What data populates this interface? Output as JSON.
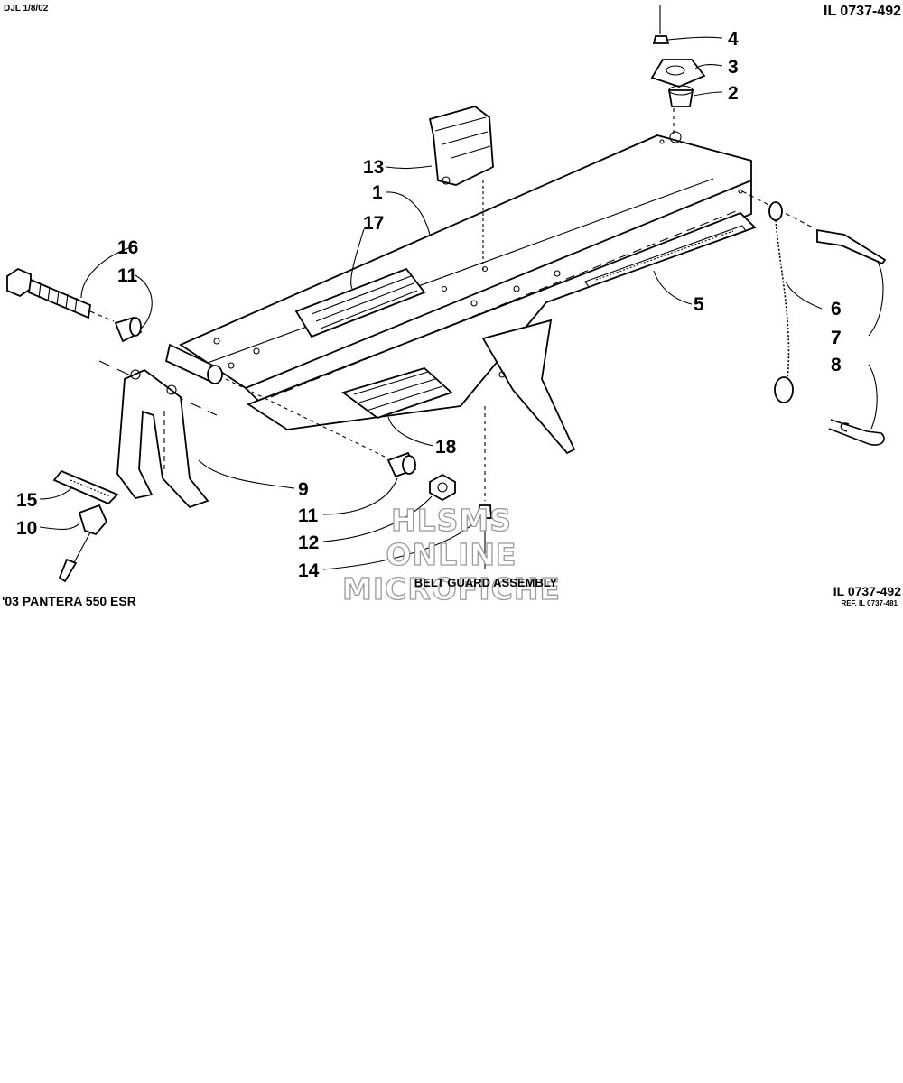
{
  "header": {
    "top_left": "DJL 1/8/02",
    "top_right": "IL 0737-492"
  },
  "footer": {
    "model": "'03 PANTERA 550 ESR",
    "title": "BELT GUARD ASSEMBLY",
    "code": "IL 0737-492",
    "ref": "REF. IL 0737-481"
  },
  "watermark": {
    "line1": "HLSMS",
    "line2": "ONLINE",
    "line3": "MICROFICHE"
  },
  "callouts": {
    "c1": "1",
    "c2": "2",
    "c3": "3",
    "c4": "4",
    "c5": "5",
    "c6": "6",
    "c7": "7",
    "c8": "8",
    "c9": "9",
    "c10": "10",
    "c11a": "11",
    "c11b": "11",
    "c12": "12",
    "c13": "13",
    "c14": "14",
    "c15": "15",
    "c16": "16",
    "c17": "17",
    "c18": "18"
  }
}
